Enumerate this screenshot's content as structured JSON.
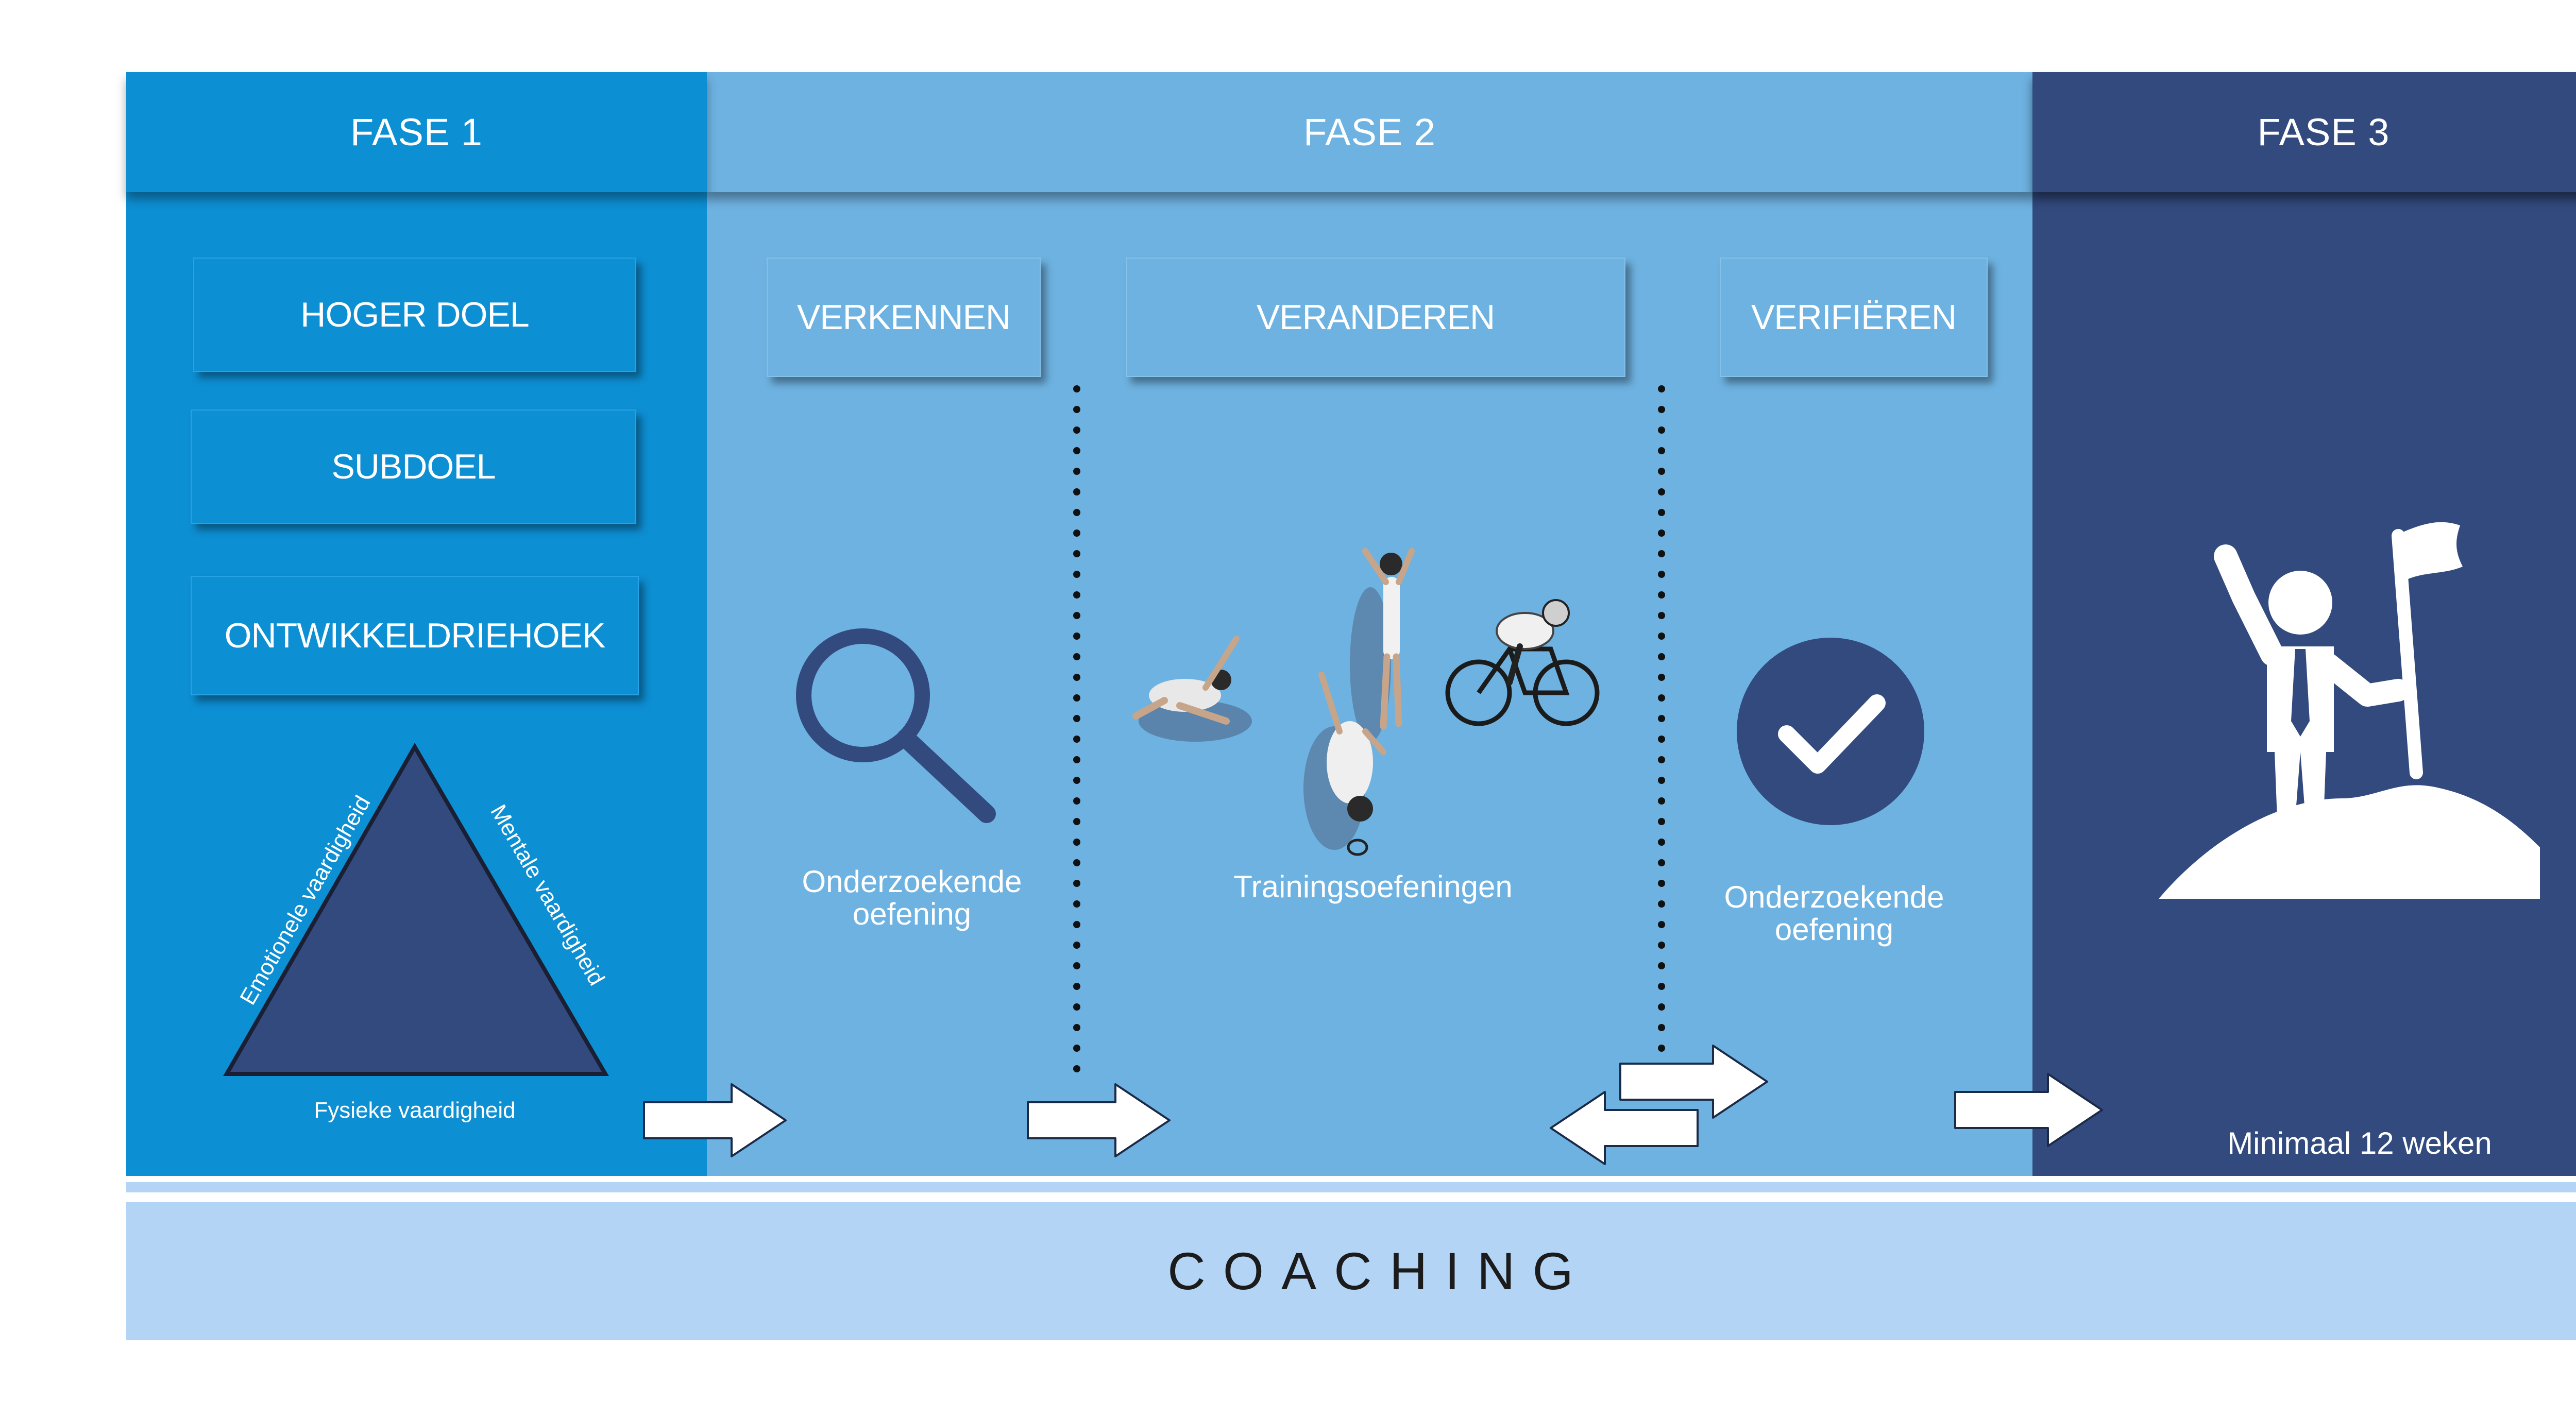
{
  "phases": [
    {
      "label": "FASE 1"
    },
    {
      "label": "FASE 2"
    },
    {
      "label": "FASE 3"
    }
  ],
  "fase1": {
    "steps": [
      "HOGER DOEL",
      "SUBDOEL",
      "ONTWIKKELDRIEHOEK"
    ],
    "triangle": {
      "left_label": "Emotionele vaardigheid",
      "right_label": "Mentale vaardigheid",
      "bottom_label": "Fysieke vaardigheid"
    }
  },
  "fase2": {
    "steps": [
      "VERKENNEN",
      "VERANDEREN",
      "VERIFIËREN"
    ],
    "captions": {
      "explore": [
        "Onderzoekende",
        "oefening"
      ],
      "training": "Trainingsoefeningen",
      "verify": [
        "Onderzoekende",
        "oefening"
      ]
    }
  },
  "fase3": {
    "duration": "Minimaal 12 weken"
  },
  "footer": {
    "label": "COACHING"
  },
  "colors": {
    "fase1": "#0d8fd4",
    "fase2": "#6eb2e1",
    "fase3": "#324a7e",
    "coaching_bar": "#b3d4f5",
    "icon_dark": "#324a7e",
    "triangle_fill": "#324a7e"
  },
  "icons": [
    "magnifier-icon",
    "athletes-image",
    "checkmark-icon",
    "summit-flag-icon",
    "arrow-right-icon",
    "arrow-left-icon"
  ]
}
